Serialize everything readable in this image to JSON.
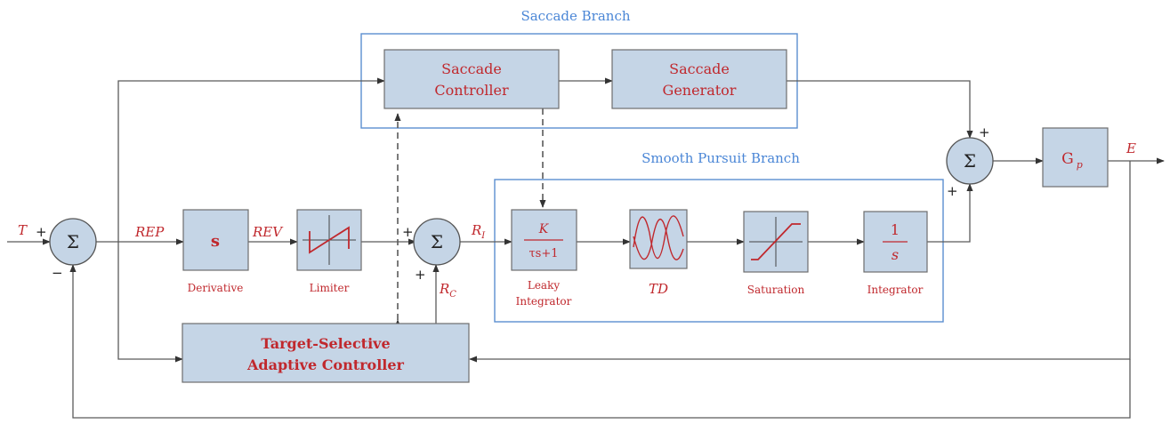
{
  "groups": {
    "saccade_branch": "Saccade Branch",
    "smooth_pursuit_branch": "Smooth Pursuit Branch"
  },
  "blocks": {
    "saccade_controller": [
      "Saccade",
      "Controller"
    ],
    "saccade_generator": [
      "Saccade",
      "Generator"
    ],
    "derivative": "s",
    "leaky_integrator_num": "K",
    "leaky_integrator_den": "τs+1",
    "integrator_num": "1",
    "integrator_den": "s",
    "plant_main": "G",
    "plant_sub": "p",
    "adaptive_controller": [
      "Target-Selective",
      "Adaptive Controller"
    ]
  },
  "captions": {
    "derivative": "Derivative",
    "limiter": "Limiter",
    "leaky_integrator": [
      "Leaky",
      "Integrator"
    ],
    "td": "TD",
    "saturation": "Saturation",
    "integrator": "Integrator"
  },
  "signals": {
    "T": "T",
    "REP": "REP",
    "REV": "REV",
    "RI_main": "R",
    "RI_sub": "I",
    "RC_main": "R",
    "RC_sub": "C",
    "E": "E"
  },
  "sum_symbol": "Σ",
  "signs": {
    "plus": "+",
    "minus": "−"
  },
  "colors": {
    "label_red": "#c0282d",
    "group_blue": "#4a86d6",
    "block_fill": "#c5d5e6"
  }
}
